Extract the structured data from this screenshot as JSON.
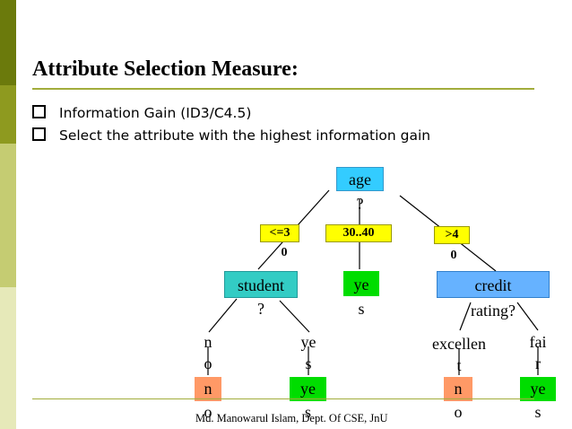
{
  "slide": {
    "title": "Attribute Selection Measure:",
    "bullets": [
      "Information Gain (ID3/C4.5)",
      "Select the attribute with the highest information gain"
    ],
    "footer": "Md. Manowarul Islam, Dept. Of CSE, JnU"
  },
  "colors": {
    "sidebar": [
      "#6b7a0c",
      "#8e9a1f",
      "#c5cc72",
      "#e6e9b9"
    ],
    "rule": "#a2ad3c",
    "root_fill": "#33ccff",
    "attribute_fill": "#33ccc4",
    "credit_fill": "#66b2ff",
    "branch_fill": "#ffff00",
    "leaf_fill_no": "#ff9966",
    "leaf_fill_yes": "#00dd00"
  },
  "tree": {
    "root": {
      "line1": "age",
      "line2": "?"
    },
    "branches": [
      {
        "line1": "<=3",
        "line2": "0"
      },
      {
        "line1": "30..40",
        "line2": ""
      },
      {
        "line1": ">4",
        "line2": "0"
      }
    ],
    "student": {
      "line1": "student",
      "line2": "?"
    },
    "middle_leaf": {
      "line1": "ye",
      "line2": "s"
    },
    "credit": {
      "line1": "credit",
      "line2": "rating?"
    },
    "student_branches": [
      {
        "lines": [
          "n",
          "o"
        ]
      },
      {
        "lines": [
          "ye",
          "s"
        ]
      }
    ],
    "credit_branches": [
      {
        "lines": [
          "excellen",
          "t"
        ]
      },
      {
        "lines": [
          "fai",
          "r"
        ]
      }
    ],
    "leaves": [
      {
        "line1": "n",
        "line2": "o"
      },
      {
        "line1": "ye",
        "line2": "s"
      },
      {
        "line1": "n",
        "line2": "o"
      },
      {
        "line1": "ye",
        "line2": "s"
      }
    ]
  }
}
